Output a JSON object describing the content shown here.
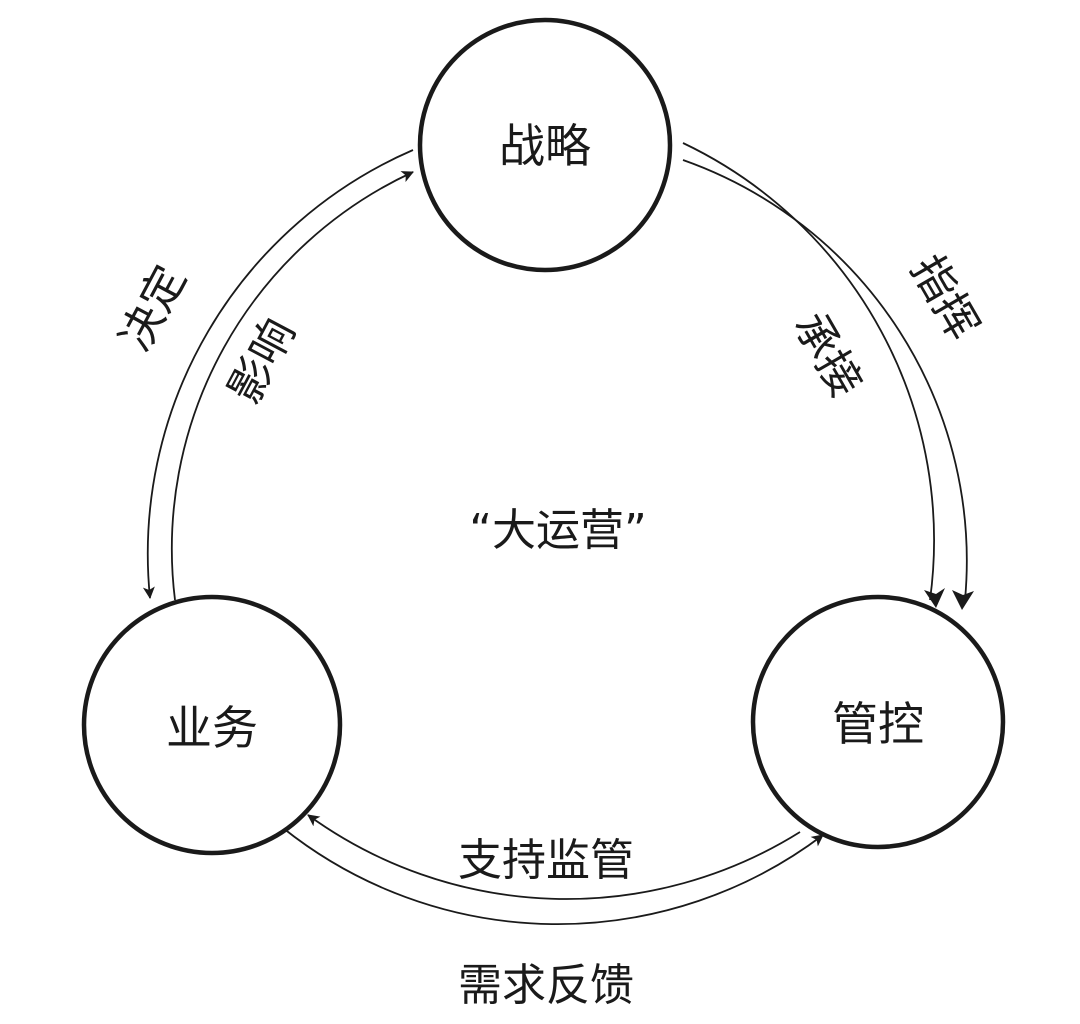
{
  "center_label": "“大运营”",
  "nodes": {
    "strategy": "战略",
    "business": "业务",
    "control": "管控"
  },
  "edges": {
    "strategy_to_business": "决定",
    "business_to_strategy": "影响",
    "strategy_to_control": "指挥",
    "control_to_strategy": "承接",
    "control_to_business": "支持监管",
    "business_to_control": "需求反馈"
  },
  "colors": {
    "stroke": "#1a1a1a",
    "background": "#ffffff"
  }
}
